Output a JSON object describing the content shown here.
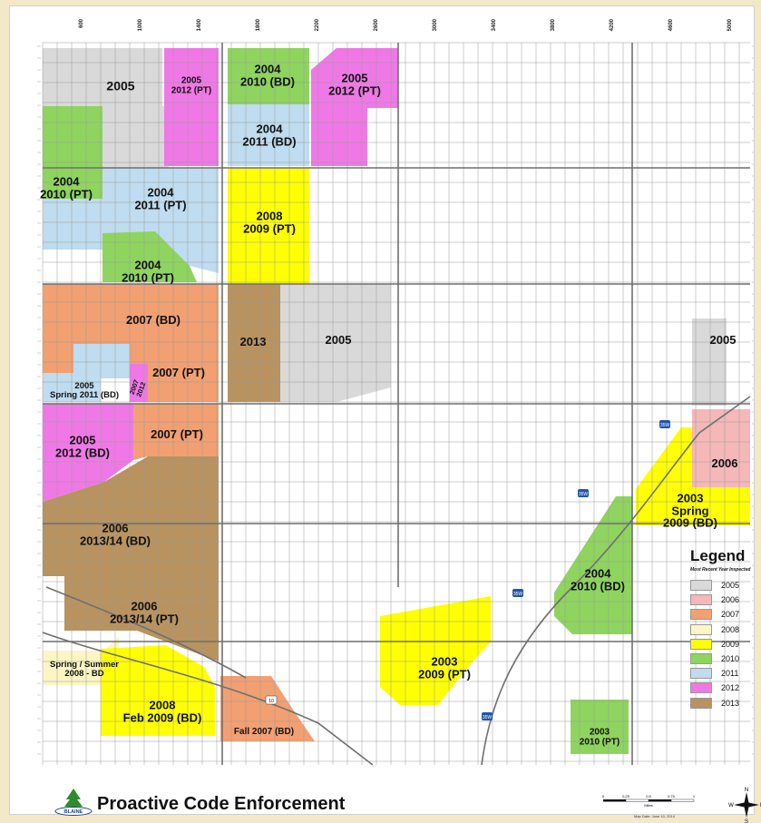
{
  "map": {
    "footer_title": "Proactive Code Enforcement",
    "logo_text": "BLAINE",
    "date_text": "Map Date: June 10, 2014",
    "scale_label": "Miles",
    "scale_ticks": [
      "0",
      "0.25",
      "0.5",
      "0.75",
      "1"
    ],
    "north_labels": {
      "n": "N",
      "s": "S",
      "e": "E",
      "w": "W"
    },
    "legend": {
      "title": "Legend",
      "subtitle": "Most Recent Year Inspected",
      "items": [
        {
          "label": "2005",
          "color": "#d9d9d9"
        },
        {
          "label": "2006",
          "color": "#f4b8b8"
        },
        {
          "label": "2007",
          "color": "#f2a072"
        },
        {
          "label": "2008",
          "color": "#fbf6c3"
        },
        {
          "label": "2009",
          "color": "#ffff00"
        },
        {
          "label": "2010",
          "color": "#8ed45e"
        },
        {
          "label": "2011",
          "color": "#bfdcf0"
        },
        {
          "label": "2012",
          "color": "#f078e6"
        },
        {
          "label": "2013",
          "color": "#b8935f"
        }
      ]
    },
    "regions": [
      {
        "name": "region-2005-nw",
        "label": "2005"
      },
      {
        "name": "region-2005-2012-pt",
        "label": "2005\n2012 (PT)"
      },
      {
        "name": "region-2004-2010-bd",
        "label": "2004\n2010 (BD)"
      },
      {
        "name": "region-2005-2012-pt-north",
        "label": "2005\n2012 (PT)"
      },
      {
        "name": "region-2004-2011-bd",
        "label": "2004\n2011 (BD)"
      },
      {
        "name": "region-2004-2010-pt",
        "label": "2004\n2010 (PT)"
      },
      {
        "name": "region-2004-2011-pt",
        "label": "2004\n2011 (PT)"
      },
      {
        "name": "region-2008-2009-pt",
        "label": "2008\n2009 (PT)"
      },
      {
        "name": "region-2004-2010-pt-south",
        "label": "2004\n2010 (PT)"
      },
      {
        "name": "region-2007-bd",
        "label": "2007 (BD)"
      },
      {
        "name": "region-2013",
        "label": "2013"
      },
      {
        "name": "region-2005-central",
        "label": "2005"
      },
      {
        "name": "region-2005-east",
        "label": "2005"
      },
      {
        "name": "region-2007-pt",
        "label": "2007 (PT)"
      },
      {
        "name": "region-2005-spring-2011-bd",
        "label": "2005\nSpring 2011 (BD)"
      },
      {
        "name": "region-2007-2012",
        "label": "2007\n2012"
      },
      {
        "name": "region-2005-2012-bd",
        "label": "2005\n2012 (BD)"
      },
      {
        "name": "region-2007-pt-south",
        "label": "2007 (PT)"
      },
      {
        "name": "region-2006-east",
        "label": "2006"
      },
      {
        "name": "region-2003-spring-2009-bd",
        "label": "2003\nSpring 2009 (BD)"
      },
      {
        "name": "region-2006-2013-14-bd",
        "label": "2006\n2013/14 (BD)"
      },
      {
        "name": "region-2004-2010-bd-east",
        "label": "2004\n2010 (BD)"
      },
      {
        "name": "region-2006-2013-14-pt",
        "label": "2006\n2013/14 (PT)"
      },
      {
        "name": "region-spring-summer-2008-bd",
        "label": "Spring / Summer\n2008 - BD"
      },
      {
        "name": "region-2003-2009-pt",
        "label": "2003\n2009 (PT)"
      },
      {
        "name": "region-2008-feb-2009-bd",
        "label": "2008\nFeb 2009 (BD)"
      },
      {
        "name": "region-fall-2007-bd",
        "label": "Fall 2007 (BD)"
      },
      {
        "name": "region-2003-2010-pt",
        "label": "2003\n2010 (PT)"
      }
    ],
    "top_labels": [
      "600",
      "1000",
      "1400",
      "1800",
      "2200",
      "2600",
      "3000",
      "3400",
      "3800",
      "4200",
      "4600",
      "5000"
    ],
    "route_shields": [
      "35W",
      "35W",
      "35W",
      "35W",
      "10"
    ]
  }
}
